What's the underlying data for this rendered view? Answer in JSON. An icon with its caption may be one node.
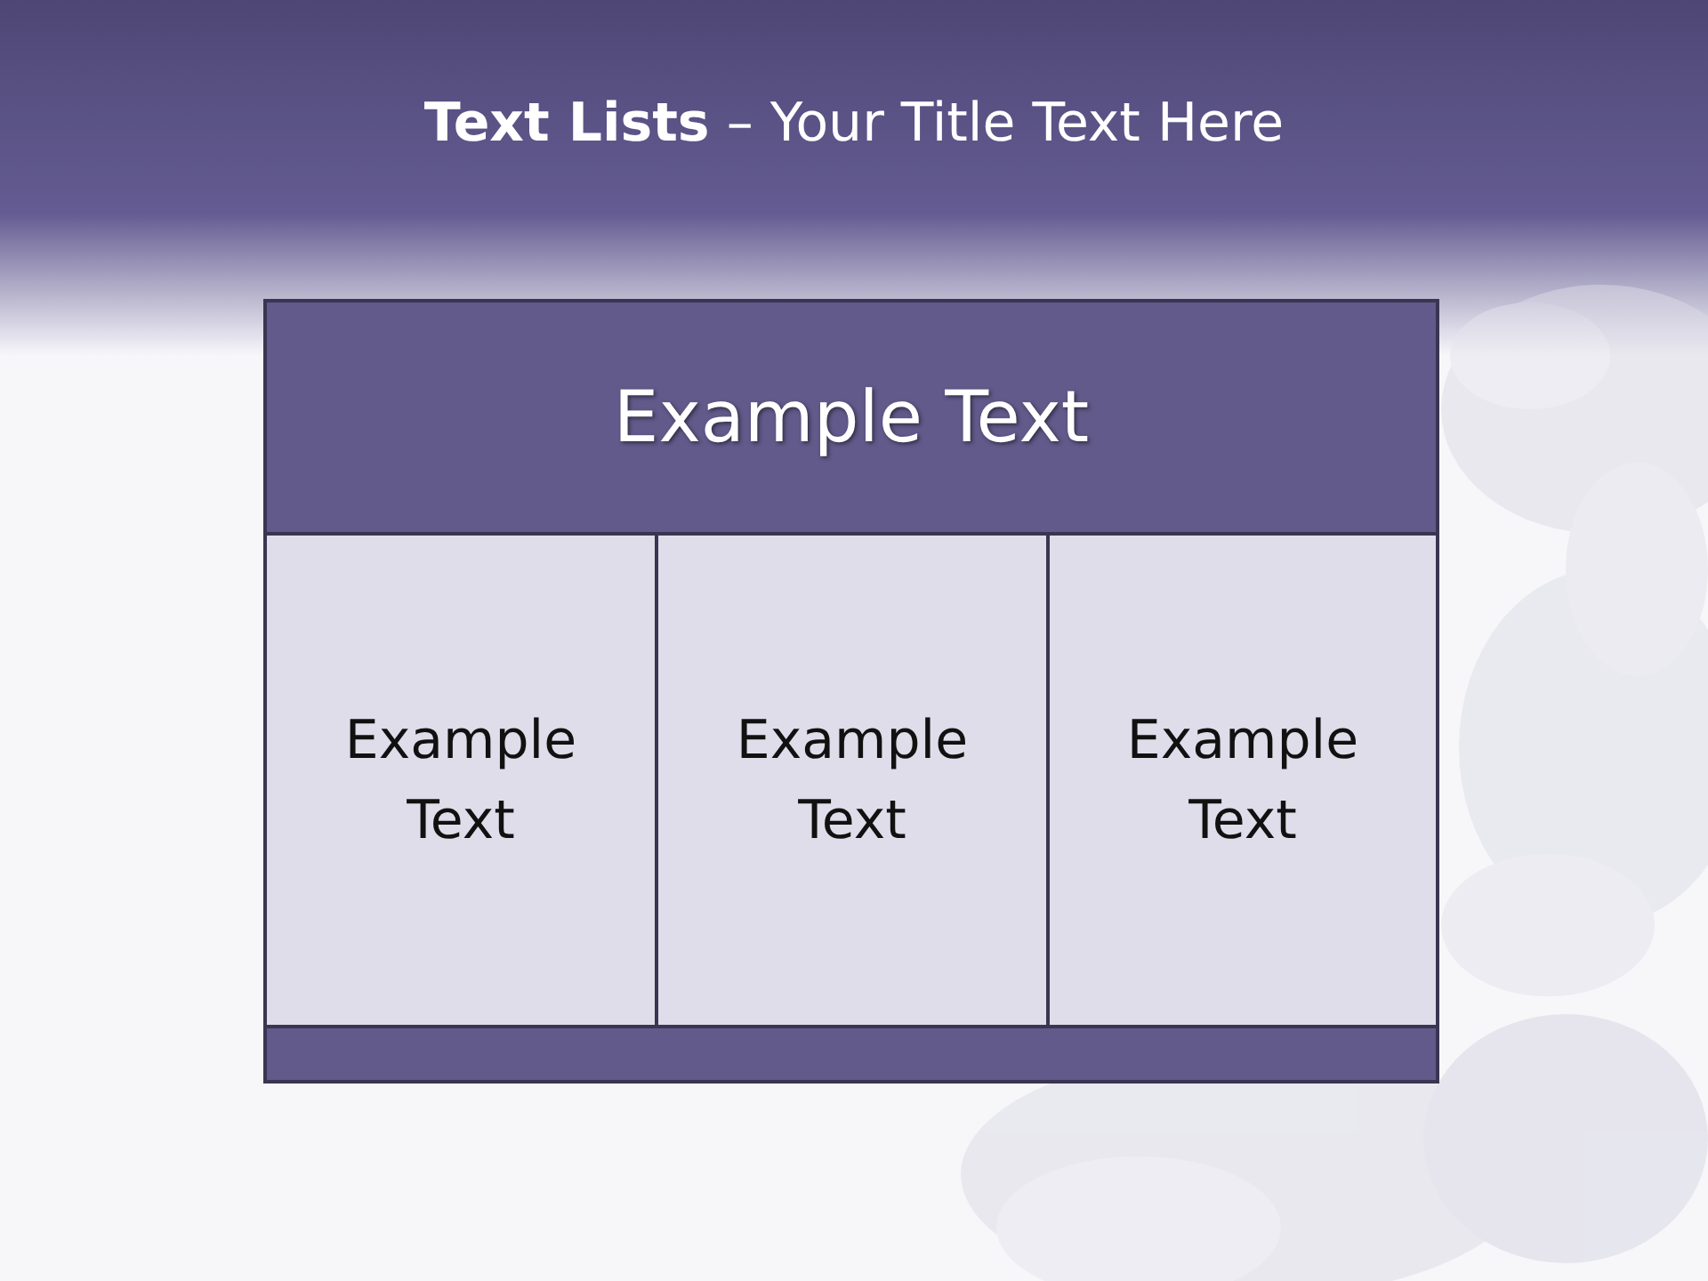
{
  "diagram": {
    "title": "**Text Lists**  – Your Title Text Here",
    "nodes": [
      {
        "text": [
          "Example Text"
        ]
      },
      {
        "text": [
          "Example Text"
        ]
      },
      {
        "text": [
          "Example Text"
        ]
      },
      {
        "text": [
          "Example Text"
        ]
      },
      {
        "text": [],
        "shape": "bar"
      }
    ]
  }
}
